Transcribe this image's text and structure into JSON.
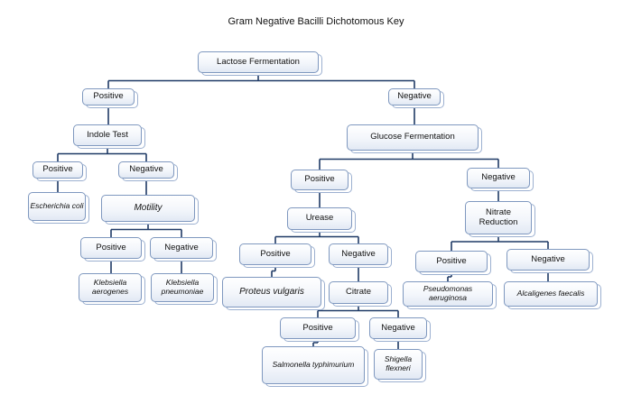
{
  "title": "Gram Negative Bacilli Dichotomous Key",
  "nodes": {
    "lactose": "Lactose Fermentation",
    "pos1": "Positive",
    "neg1": "Negative",
    "indole": "Indole Test",
    "indole_pos": "Positive",
    "indole_neg": "Negative",
    "ecoli": "Escherichia coli",
    "motility": "Motility",
    "mot_pos": "Positive",
    "mot_neg": "Negative",
    "k_aero": "Klebsiella aerogenes",
    "k_pneu": "Klebsiella pneumoniae",
    "glucose": "Glucose Fermentation",
    "glu_pos": "Positive",
    "glu_neg": "Negative",
    "urease": "Urease",
    "ure_pos": "Positive",
    "ure_neg": "Negative",
    "proteus": "Proteus vulgaris",
    "citrate": "Citrate",
    "cit_pos": "Positive",
    "cit_neg": "Negative",
    "salmonella": "Salmonella typhimurium",
    "shigella": "Shigella flexneri",
    "nitrate": "Nitrate Reduction",
    "nit_pos": "Positive",
    "nit_neg": "Negative",
    "pseudomonas": "Pseudomonas aeruginosa",
    "alcaligenes": "Alcaligenes faecalis"
  },
  "colors": {
    "connector": "#1f3a66",
    "box_border": "#7f98bf"
  }
}
